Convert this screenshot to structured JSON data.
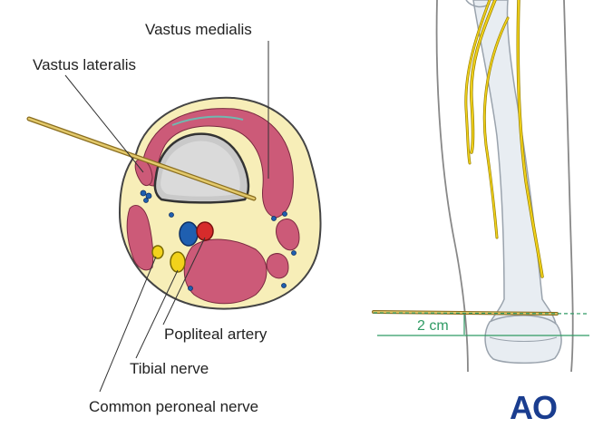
{
  "labels": {
    "vastus_medialis": "Vastus medialis",
    "vastus_lateralis": "Vastus lateralis",
    "popliteal_artery": "Popliteal artery",
    "tibial_nerve": "Tibial nerve",
    "common_peroneal_nerve": "Common peroneal nerve"
  },
  "measurement": "2 cm",
  "logo": "AO",
  "colors": {
    "skin_fill": "#f7eeb8",
    "muscle": "#cc5a78",
    "bone": "#d0d0d0",
    "nerve": "#f2d21b",
    "artery": "#d62b2b",
    "vein": "#1f5fb0",
    "wire": "#c9a94a",
    "measure": "#2e9a63",
    "logo": "#1a3d8f"
  }
}
